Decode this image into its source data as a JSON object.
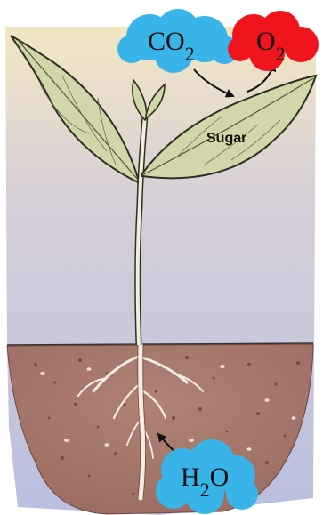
{
  "diagram": {
    "labels": {
      "co2": {
        "main": "CO",
        "sub": "2"
      },
      "o2": {
        "main": "O",
        "sub": "2"
      },
      "sugar": "Sugar",
      "h2o": {
        "h": "H",
        "sub": "2",
        "o": "O"
      }
    },
    "colors": {
      "sky_top": "#f3e6c4",
      "sky_mid": "#d2cce0",
      "sky_bottom": "#b9bfdf",
      "soil": "#a8776a",
      "soil_dark": "#7b5248",
      "leaf": "#d3d6a8",
      "leaf_edge": "#2e2e22",
      "co2_cloud": "#38b4e8",
      "o2_cloud": "#f0141c",
      "h2o_cloud": "#38b4e8",
      "arrow": "#111111"
    }
  }
}
